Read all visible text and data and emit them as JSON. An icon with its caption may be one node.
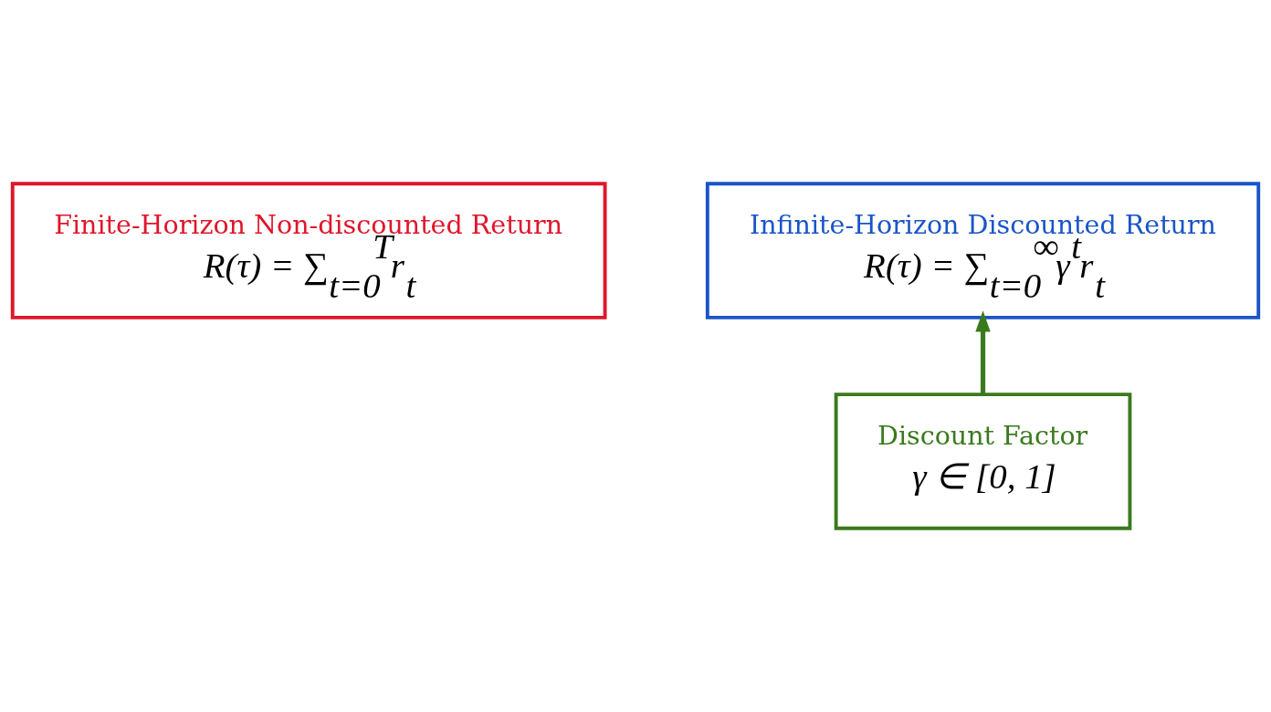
{
  "diagram": {
    "nodes": [
      {
        "text": [
          "Finite-Horizon Non-discounted Return",
          "R(τ) = ∑$_{t=0}$$^{T}$r$_{t}$"
        ]
      },
      {
        "text": [
          "Infinite-Horizon Discounted Return",
          "R(τ) = ∑$_{t=0}$$^{∞}$γ$^{t}$r$_{t}$"
        ]
      },
      {
        "text": [
          "Discount Factor",
          "γ ∈ [0, 1]"
        ]
      }
    ],
    "edges": [
      {
        "from": 2,
        "to": 1,
        "arrow": "to",
        "color": "#3a7a1e"
      }
    ]
  }
}
